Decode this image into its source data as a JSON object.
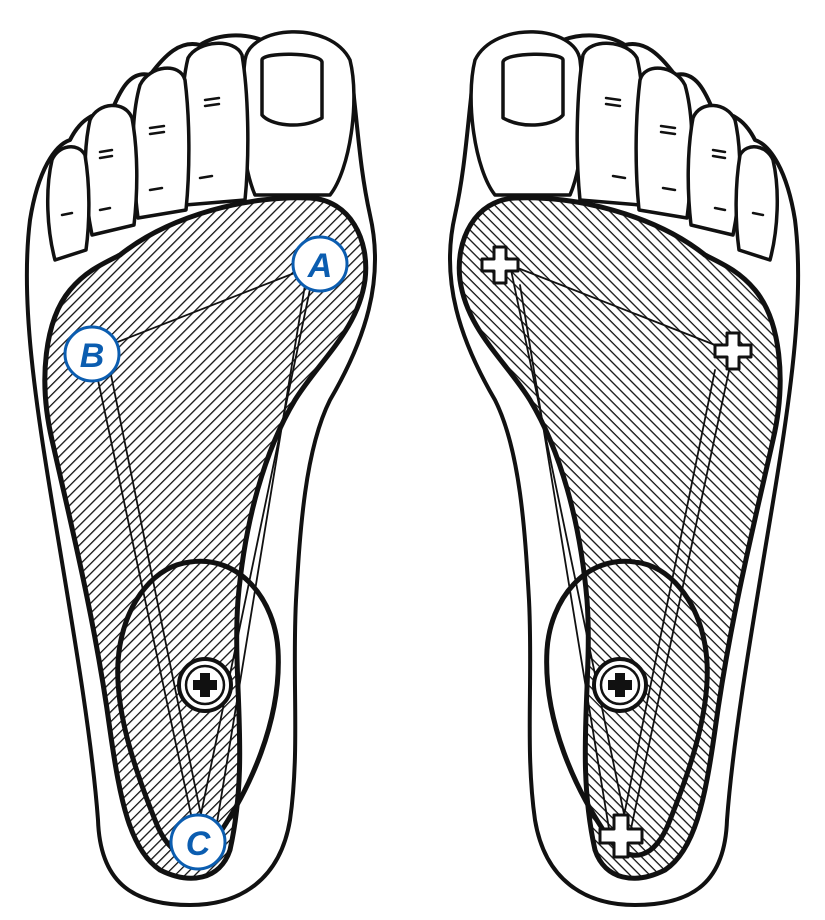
{
  "diagram": {
    "point_labels": {
      "a": "A",
      "b": "B",
      "c": "C"
    },
    "colors": {
      "ink": "#111111",
      "label_blue": "#0b5db0",
      "label_fill": "#ffffff"
    },
    "marker_icons": [
      "plus-circle-icon",
      "plus-marker-icon"
    ]
  }
}
